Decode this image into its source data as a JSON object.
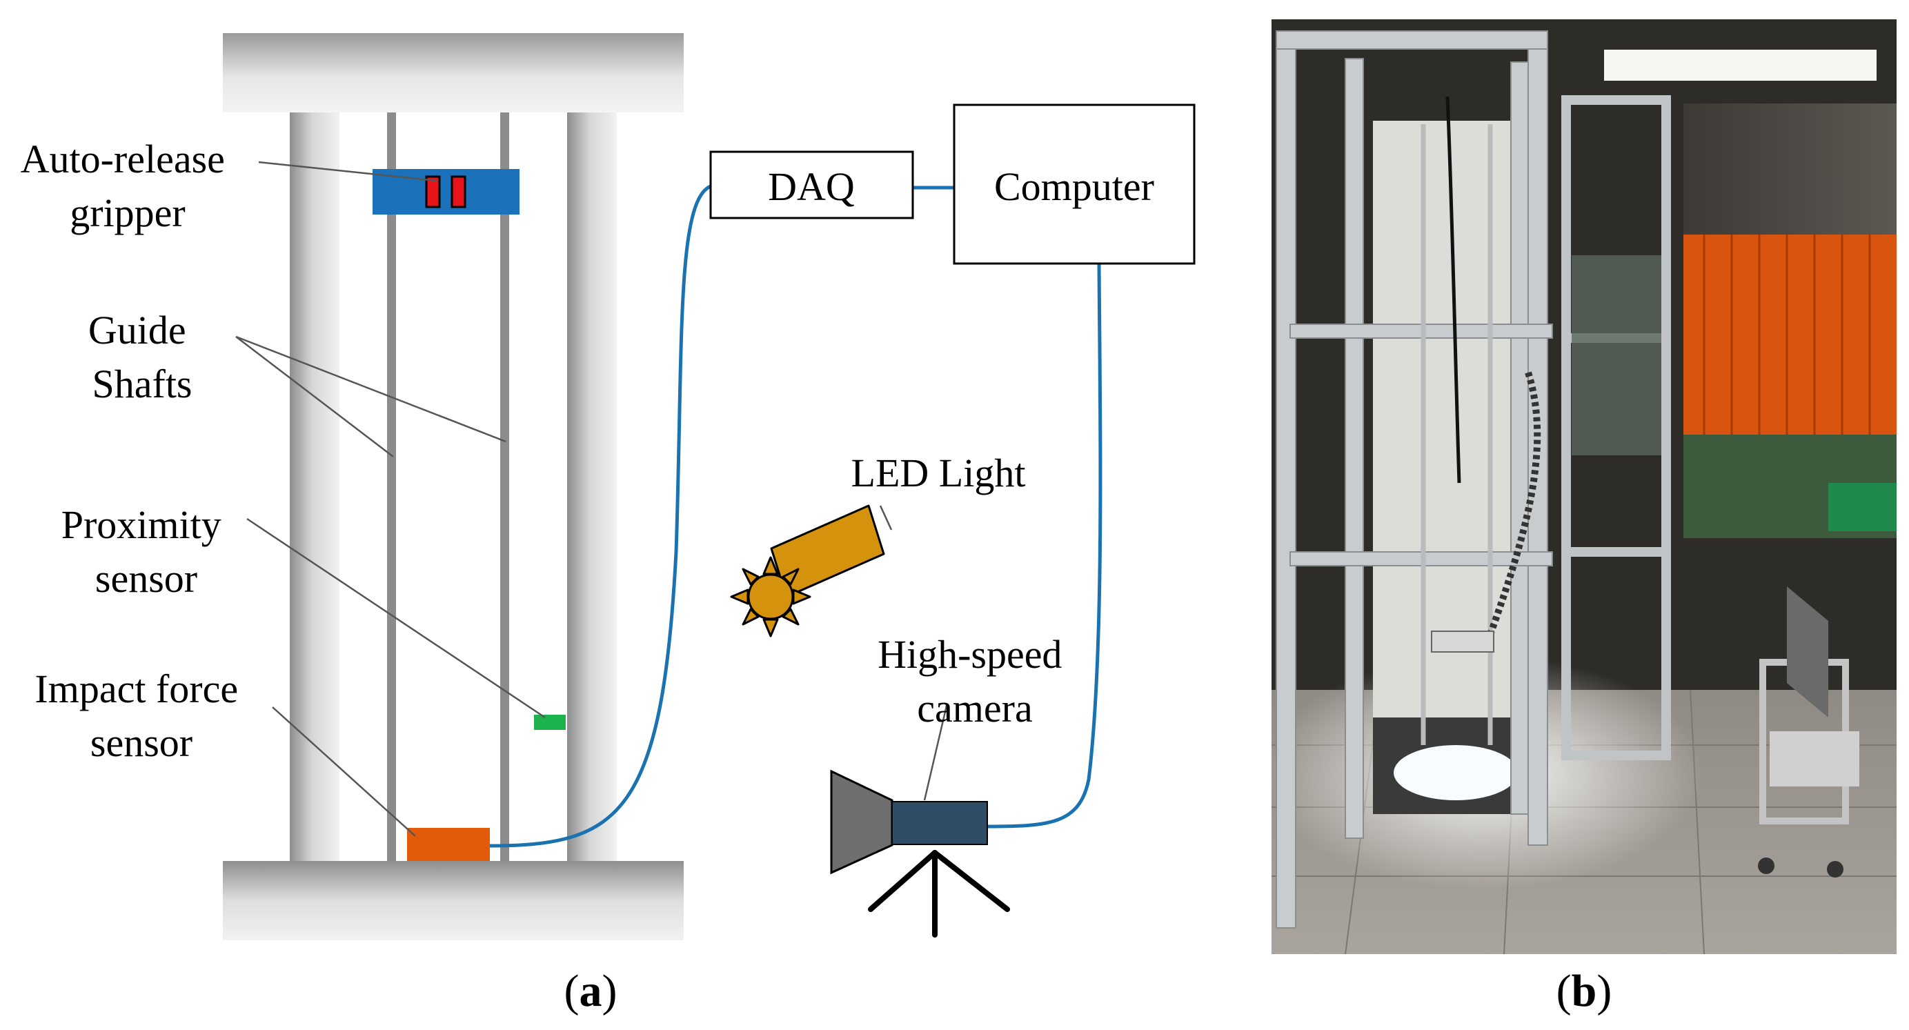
{
  "colors": {
    "cable": "#1a73b0",
    "gripper": "#1b72bb",
    "gripper_jaw": "#e8141c",
    "proximity_sensor": "#1cb34e",
    "force_sensor": "#e35b0a",
    "led": "#d4920d",
    "camera_body": "#2f4d66",
    "camera_lens": "#6e6e6e"
  },
  "labels": {
    "gripper": [
      "Auto-release",
      "gripper"
    ],
    "shafts": [
      "Guide",
      "Shafts"
    ],
    "proximity": [
      "Proximity",
      "sensor"
    ],
    "impact": [
      "Impact force",
      "sensor"
    ],
    "daq": "DAQ",
    "computer": "Computer",
    "led": "LED Light",
    "camera": [
      "High-speed",
      "camera"
    ]
  },
  "captions": {
    "a": {
      "open": "(",
      "letter": "a",
      "close": ")"
    },
    "b": {
      "open": "(",
      "letter": "b",
      "close": ")"
    }
  }
}
